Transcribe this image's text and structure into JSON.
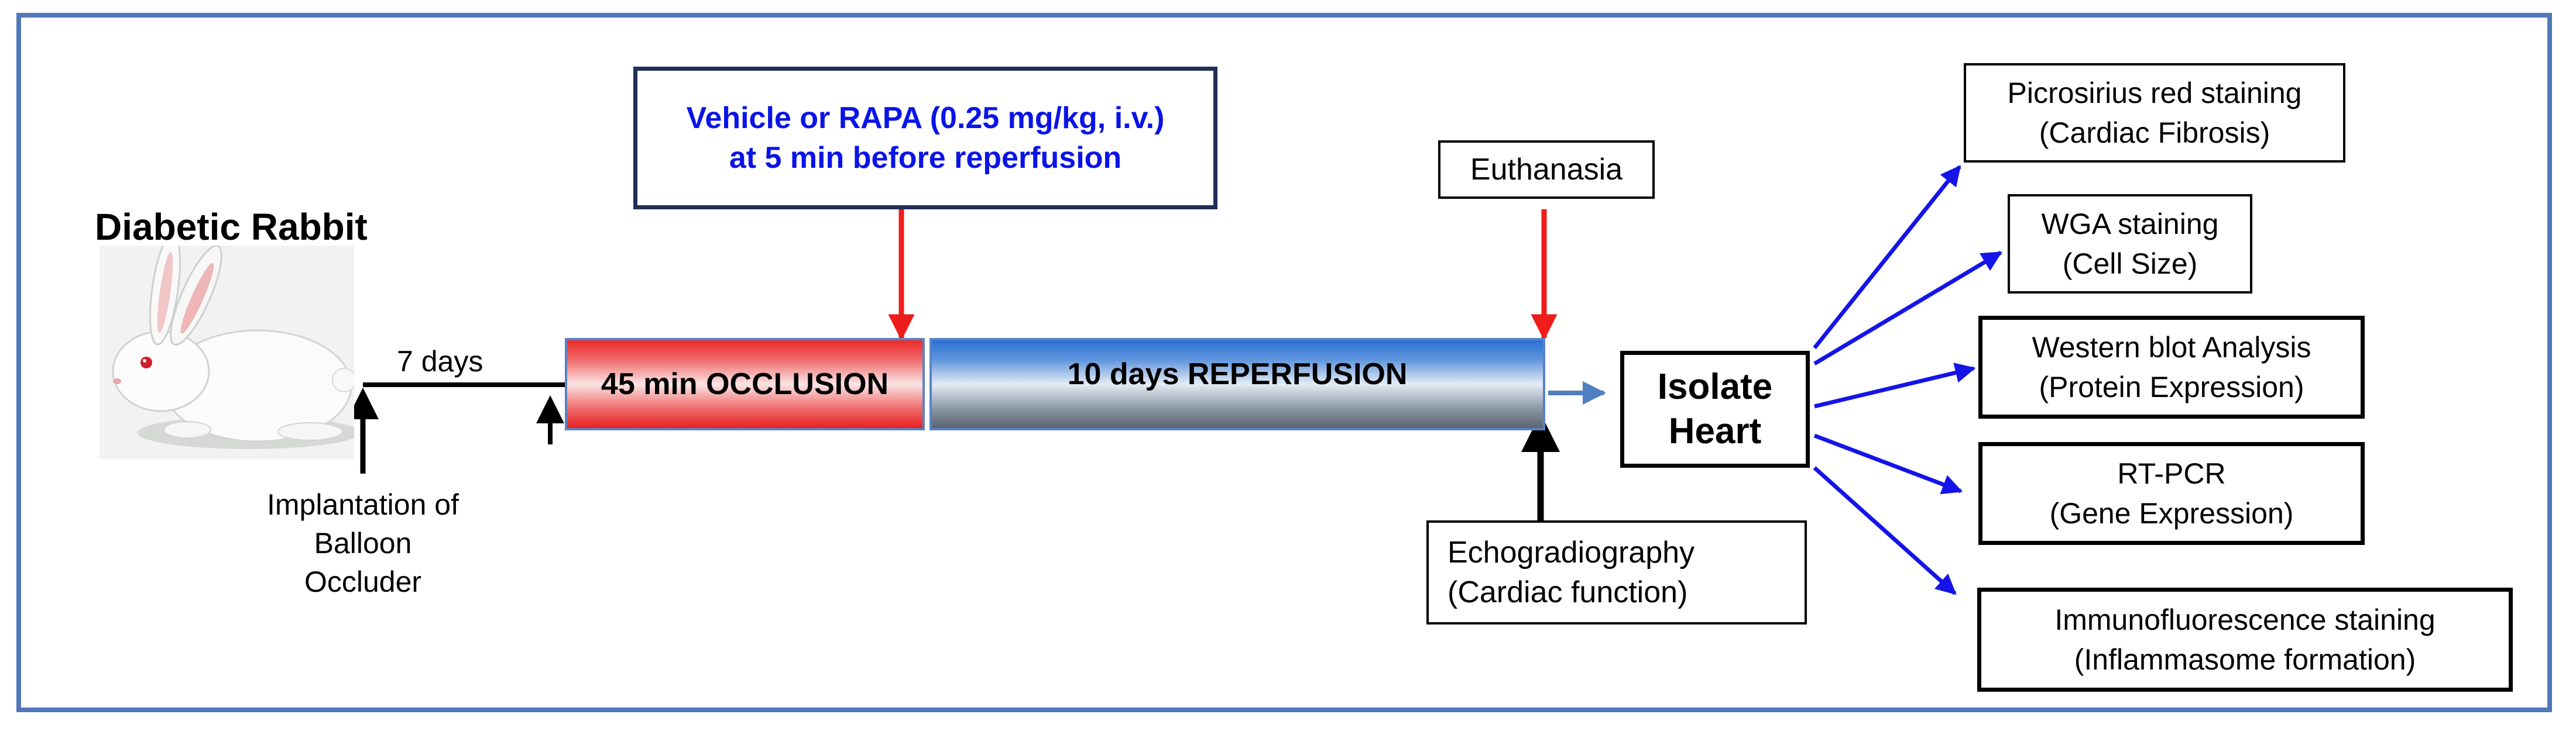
{
  "title": "Diabetic Rabbit",
  "icons": {
    "rabbit": "rabbit-photo-icon"
  },
  "interval_label": "7 days",
  "implantation": [
    "Implantation of",
    "Balloon",
    "Occluder"
  ],
  "treatment": [
    "Vehicle or RAPA (0.25 mg/kg, i.v.)",
    "at 5 min before reperfusion"
  ],
  "occlusion_label": "45 min OCCLUSION",
  "reperfusion_label": "10 days REPERFUSION",
  "euthanasia_label": "Euthanasia",
  "echo": [
    "Echogradiography",
    "(Cardiac function)"
  ],
  "isolate": [
    "Isolate",
    "Heart"
  ],
  "analyses": [
    {
      "line1": "Picrosirius red staining",
      "line2": "(Cardiac Fibrosis)"
    },
    {
      "line1": "WGA staining",
      "line2": "(Cell Size)"
    },
    {
      "line1": "Western blot Analysis",
      "line2": "(Protein Expression)"
    },
    {
      "line1": "RT-PCR",
      "line2": "(Gene Expression)"
    },
    {
      "line1": "Immunofluorescence staining",
      "line2": "(Inflammasome formation)"
    }
  ],
  "colors": {
    "frame": "#5277b8",
    "treatment_text": "#0a14e6",
    "red_arrow": "#ef1c1c",
    "blue_arrow": "#1414e8",
    "small_arrow": "#4f7fc0"
  }
}
